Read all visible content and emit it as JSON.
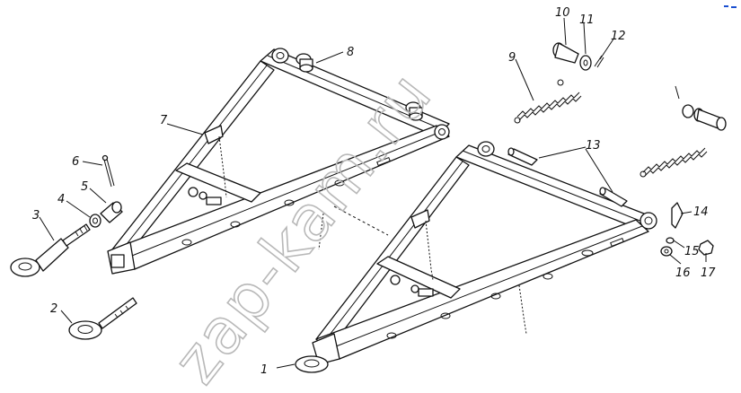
{
  "watermark": "zap-kam.ru",
  "callouts": {
    "c1": "1",
    "c2": "2",
    "c3": "3",
    "c4": "4",
    "c5": "5",
    "c6": "6",
    "c7": "7",
    "c8": "8",
    "c9": "9",
    "c10": "10",
    "c11": "11",
    "c12": "12",
    "c13": "13",
    "c14": "14",
    "c15": "15",
    "c16": "16",
    "c17": "17"
  },
  "colors": {
    "line": "#111111",
    "watermark": "#b8b8b8",
    "corner_mark": "#1a4fd0"
  }
}
